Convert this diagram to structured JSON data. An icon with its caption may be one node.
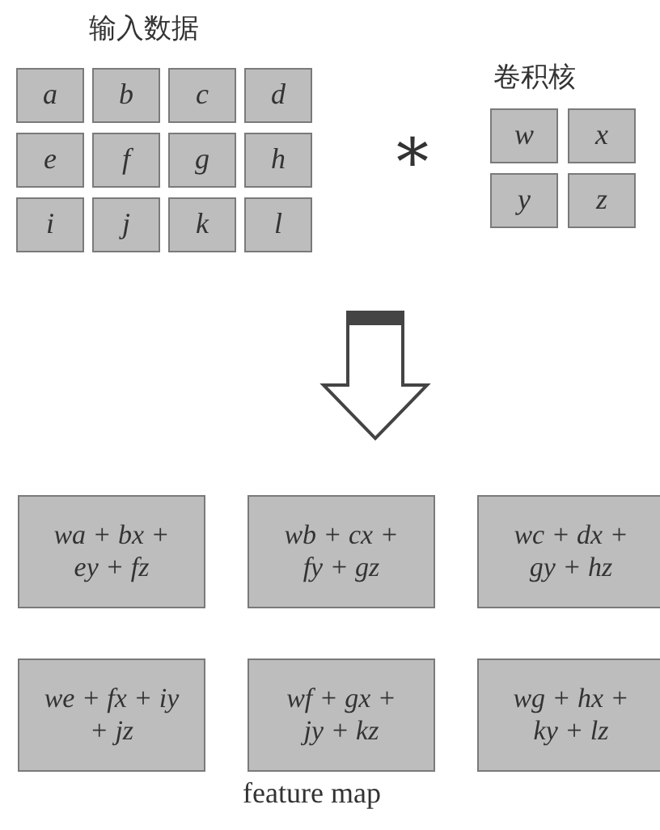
{
  "diagram": {
    "nodes": [
      {
        "text": [
          "a"
        ]
      },
      {
        "text": [
          "b"
        ]
      },
      {
        "text": [
          "c"
        ]
      },
      {
        "text": [
          "d"
        ]
      },
      {
        "text": [
          "e"
        ]
      },
      {
        "text": [
          "f"
        ]
      },
      {
        "text": [
          "g"
        ]
      },
      {
        "text": [
          "h"
        ]
      },
      {
        "text": [
          "i"
        ]
      },
      {
        "text": [
          "j"
        ]
      },
      {
        "text": [
          "k"
        ]
      },
      {
        "text": [
          "l"
        ]
      },
      {
        "text": [
          "w"
        ]
      },
      {
        "text": [
          "x"
        ]
      },
      {
        "text": [
          "y"
        ]
      },
      {
        "text": [
          "z"
        ]
      },
      {
        "text": [
          "wa + bx + ey + fz"
        ]
      },
      {
        "text": [
          "wb + cx + fy + gz"
        ]
      },
      {
        "text": [
          "wc + dx + gy + hz"
        ]
      },
      {
        "text": [
          "we + fx + iy + jz"
        ]
      },
      {
        "text": [
          "wf + gx + jy + kz"
        ]
      },
      {
        "text": [
          "wg + hx + ky + lz"
        ]
      }
    ],
    "labels": [
      "输入数据",
      "卷积核",
      "*",
      "feature map"
    ]
  }
}
